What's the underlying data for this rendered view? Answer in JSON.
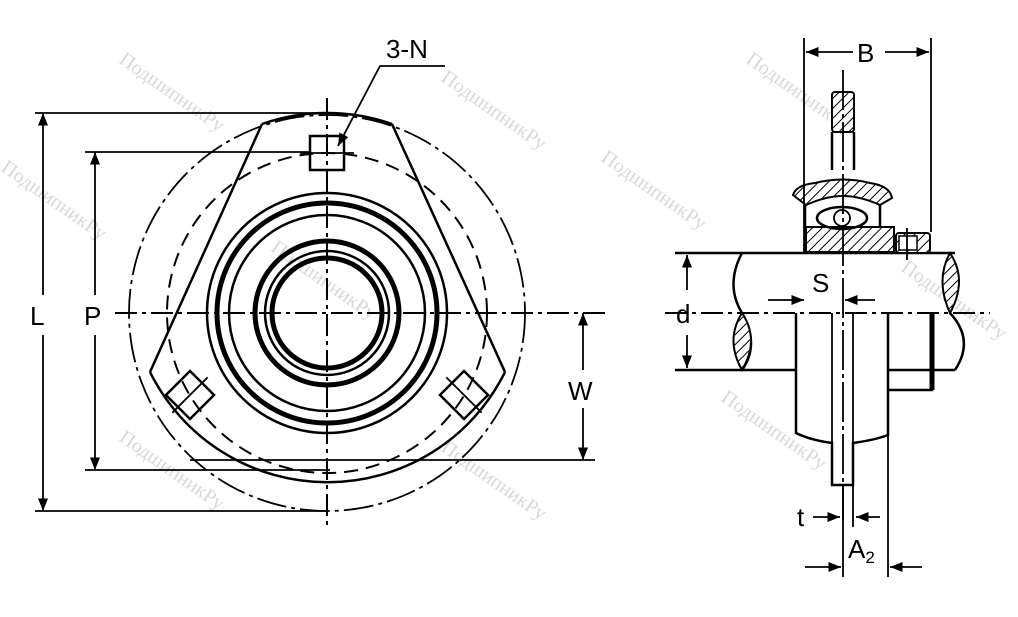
{
  "watermark": "ПодшипникРу",
  "front_view": {
    "labels": {
      "holes": "3-N",
      "L": "L",
      "P": "P",
      "W": "W"
    }
  },
  "side_view": {
    "labels": {
      "B": "B",
      "S": "S",
      "d": "d",
      "t": "t",
      "A": "A",
      "A_sub": "2"
    }
  }
}
